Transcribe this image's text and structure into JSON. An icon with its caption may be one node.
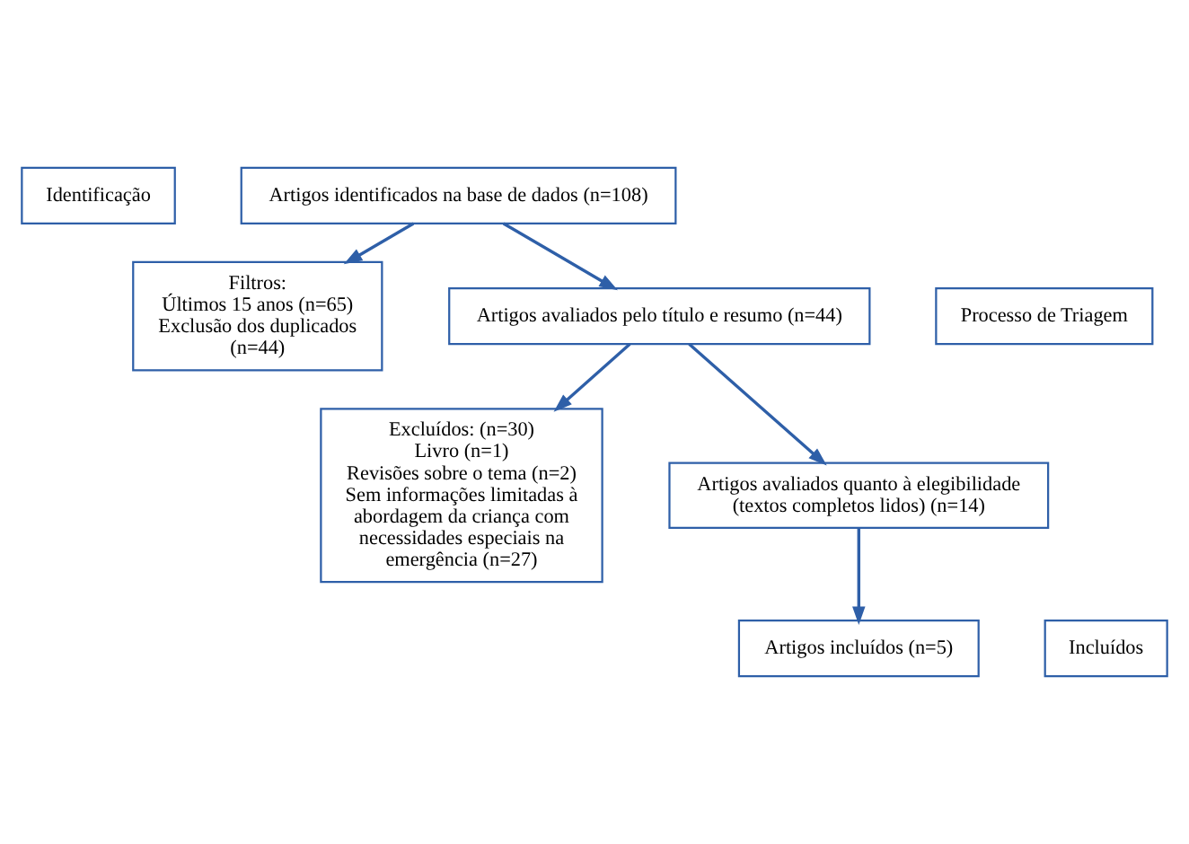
{
  "diagram": {
    "nodes": [
      {
        "text": [
          "Identificação"
        ]
      },
      {
        "text": [
          "Artigos identificados na base de dados (n=108)"
        ]
      },
      {
        "text": [
          "Filtros:",
          "Últimos 15 anos (n=65)",
          "Exclusão dos duplicados (n=44)"
        ]
      },
      {
        "text": [
          "Processo de Triagem"
        ]
      },
      {
        "text": [
          "Artigos avaliados pelo título e resumo (n=44)"
        ]
      },
      {
        "text": [
          "Excluídos: (n=30)",
          "Livro (n=1)",
          "Revisões sobre o tema (n=2)",
          "Sem informações limitadas à abordagem da criança com necessidades especiais na emergência (n=27)"
        ]
      },
      {
        "text": [
          "Artigos avaliados quanto à elegibilidade (textos completos lidos) (n=14)"
        ]
      },
      {
        "text": [
          "Incluídos"
        ]
      },
      {
        "text": [
          "Artigos incluídos (n=5)"
        ]
      }
    ],
    "edges": [
      {
        "from": 1,
        "to": 2,
        "arrow": "to"
      },
      {
        "from": 1,
        "to": 4,
        "arrow": "to"
      },
      {
        "from": 4,
        "to": 5,
        "arrow": "to"
      },
      {
        "from": 4,
        "to": 6,
        "arrow": "to"
      },
      {
        "from": 6,
        "to": 8,
        "arrow": "to"
      }
    ]
  }
}
